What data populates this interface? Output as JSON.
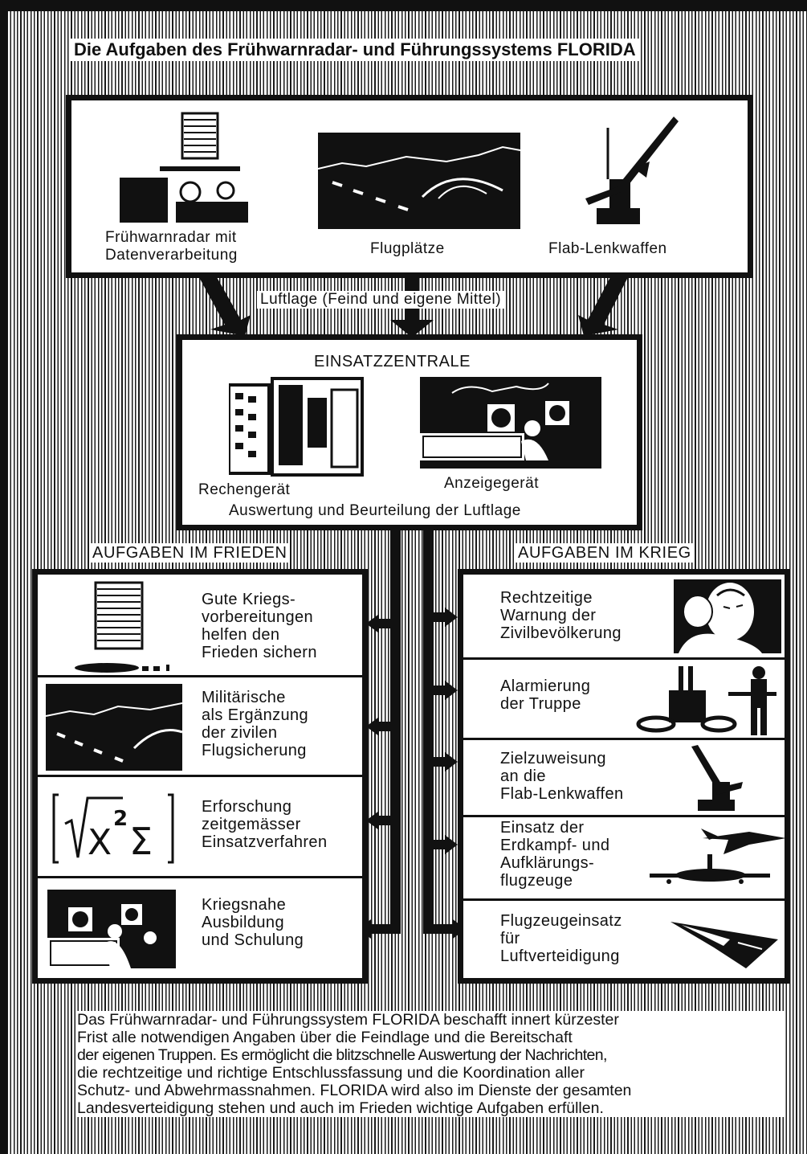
{
  "title": "Die Aufgaben des Frühwarnradar- und Führungssystems FLORIDA",
  "top_box": {
    "items": [
      {
        "label": "Frühwarnradar mit\nDatenverarbeitung"
      },
      {
        "label": "Flugplätze"
      },
      {
        "label": "Flab-Lenkwaffen"
      }
    ]
  },
  "flow_label": "Luftlage (Feind und eigene Mittel)",
  "center_box": {
    "title": "EINSATZZENTRALE",
    "left_label": "Rechengerät",
    "right_label": "Anzeigegerät",
    "caption": "Auswertung und Beurteilung der Luftlage"
  },
  "peace": {
    "header": "AUFGABEN IM FRIEDEN",
    "items": [
      "Gute Kriegs-\nvorbereitungen\nhelfen den\nFrieden sichern",
      "Militärische\nals Ergänzung\nder zivilen\nFlugsicherung",
      "Erforschung\nzeitgemässer\nEinsatzverfahren",
      "Kriegsnahe\nAusbildung\nund Schulung"
    ]
  },
  "war": {
    "header": "AUFGABEN IM KRIEG",
    "items": [
      "Rechtzeitige\nWarnung der\nZivilbevölkerung",
      "Alarmierung\nder Truppe",
      "Zielzuweisung\nan die\nFlab-Lenkwaffen",
      "Einsatz der\nErdkampf- und\nAufklärungs-\nflugzeuge",
      "Flugzeugeinsatz\nfür\nLuftverteidigung"
    ]
  },
  "summary": [
    "Das Frühwarnradar- und Führungssystem FLORIDA beschafft innert kürzester",
    "Frist alle notwendigen Angaben über die Feindlage und die Bereitschaft",
    "der eigenen Truppen. Es ermöglicht die blitzschnelle Auswertung der Nachrichten,",
    "die rechtzeitige und richtige Entschlussfassung und die Koordination aller",
    "Schutz- und Abwehrmassnahmen. FLORIDA wird also im Dienste der gesamten",
    "Landesverteidigung stehen und auch im Frieden wichtige Aufgaben erfüllen."
  ],
  "colors": {
    "ink": "#111111",
    "paper": "#ffffff"
  }
}
